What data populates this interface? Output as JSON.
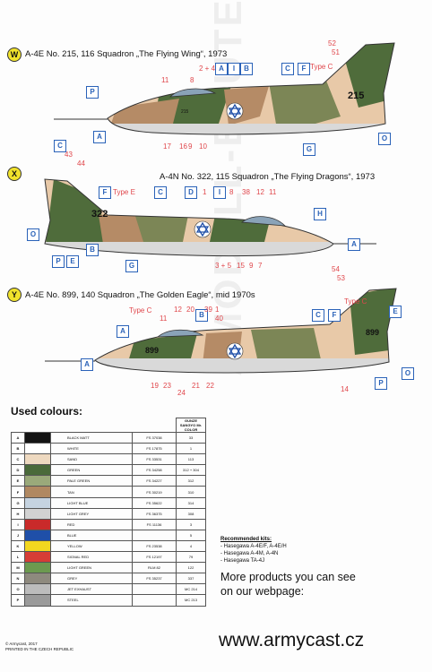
{
  "profiles": [
    {
      "badge": "W",
      "caption": "A-4E No. 215, 116 Squadron „The Flying Wing“, 1973",
      "tail_number": "215",
      "nose_number": "215",
      "callouts": [
        "A",
        "I",
        "B",
        "P",
        "C",
        "F",
        "A",
        "G",
        "O"
      ],
      "type_label": "Type C",
      "numbers": [
        "52",
        "51",
        "2 + 4",
        "11",
        "8",
        "17",
        "16",
        "9",
        "10"
      ]
    },
    {
      "badge": "X",
      "caption": "A-4N No. 322, 115 Squadron „The Flying Dragons“, 1973",
      "tail_number": "322",
      "callouts": [
        "C",
        "F",
        "C",
        "D",
        "I",
        "O",
        "P",
        "E",
        "B",
        "G",
        "H",
        "A"
      ],
      "type_label": "Type E",
      "numbers": [
        "43",
        "44",
        "1",
        "8",
        "38",
        "12",
        "11",
        "3 + 5",
        "15",
        "9",
        "7",
        "54",
        "53"
      ]
    },
    {
      "badge": "Y",
      "caption": "A-4E No. 899, 140 Squadron „The Golden Eagle“, mid 1970s",
      "tail_number": "899",
      "nose_number": "899",
      "callouts": [
        "A",
        "B",
        "C",
        "F",
        "E",
        "P",
        "O"
      ],
      "type_label": "Type C",
      "numbers": [
        "12",
        "20",
        "39",
        "1",
        "11",
        "40",
        "19",
        "23",
        "21",
        "22",
        "24",
        "14"
      ]
    }
  ],
  "watermark": "AMODELL-BAUTEN",
  "colours": {
    "title": "Used colours:",
    "header": "GUNZE SANGYO Mr. COLOR",
    "rows": [
      {
        "code": "A",
        "color": "#141414",
        "name": "BLACK MATT",
        "fs": "FS 37038",
        "mr": "33"
      },
      {
        "code": "B",
        "color": "#ffffff",
        "name": "WHITE",
        "fs": "FS 17875",
        "mr": "1"
      },
      {
        "code": "C",
        "color": "#eed9c0",
        "name": "SAND",
        "fs": "FS 33531",
        "mr": "113"
      },
      {
        "code": "D",
        "color": "#4a6a3a",
        "name": "GREEN",
        "fs": "FS 34258",
        "mr": "312 + 304"
      },
      {
        "code": "E",
        "color": "#9aa97a",
        "name": "PALE GREEN",
        "fs": "FS 34227",
        "mr": "312"
      },
      {
        "code": "F",
        "color": "#b08861",
        "name": "TAN",
        "fs": "FS 30219",
        "mr": "310"
      },
      {
        "code": "G",
        "color": "#c5d3e0",
        "name": "LIGHT BLUE",
        "fs": "FS 35622",
        "mr": "314"
      },
      {
        "code": "H",
        "color": "#d2d2d2",
        "name": "LIGHT GREY",
        "fs": "FS 36375",
        "mr": "308"
      },
      {
        "code": "I",
        "color": "#c92a2a",
        "name": "RED",
        "fs": "FS 11136",
        "mr": "3"
      },
      {
        "code": "J",
        "color": "#1f4fa8",
        "name": "BLUE",
        "fs": "",
        "mr": "5"
      },
      {
        "code": "K",
        "color": "#f2d71f",
        "name": "YELLOW",
        "fs": "FS 23538",
        "mr": "4"
      },
      {
        "code": "L",
        "color": "#d63d36",
        "name": "SIGNAL RED",
        "fs": "FS 12197",
        "mr": "79"
      },
      {
        "code": "M",
        "color": "#6c9a4f",
        "name": "LIGHT GREEN",
        "fs": "RLM 82",
        "mr": "122"
      },
      {
        "code": "N",
        "color": "#8e8a7e",
        "name": "GREY",
        "fs": "FS 35237",
        "mr": "337"
      },
      {
        "code": "O",
        "color": "#bcbcbc",
        "name": "JET EXHAUST",
        "fs": "",
        "mr": "MC 214"
      },
      {
        "code": "P",
        "color": "#9a9a9a",
        "name": "STEEL",
        "fs": "",
        "mr": "MC 213"
      }
    ]
  },
  "recommended": {
    "heading": "Recommended kits:",
    "items": [
      "- Hasegawa A-4E/F, A-4E/H",
      "- Hasegawa A-4M, A-4N",
      "- Hasegawa TA-4J"
    ]
  },
  "more_products": {
    "line1": "More products you can see",
    "line2": "on our webpage:"
  },
  "url": "www.armycast.cz",
  "footer": {
    "line1": "© Armycast, 2017",
    "line2": "PRINTED IN THE CZECH REPUBLIC"
  },
  "camo": {
    "sand": "#e8c9a8",
    "green": "#4f6c3b",
    "olive": "#7c8656",
    "tan": "#b58b66",
    "belly": "#d9d9d9",
    "outline": "#333333",
    "roundel": "#1f4fa8"
  }
}
